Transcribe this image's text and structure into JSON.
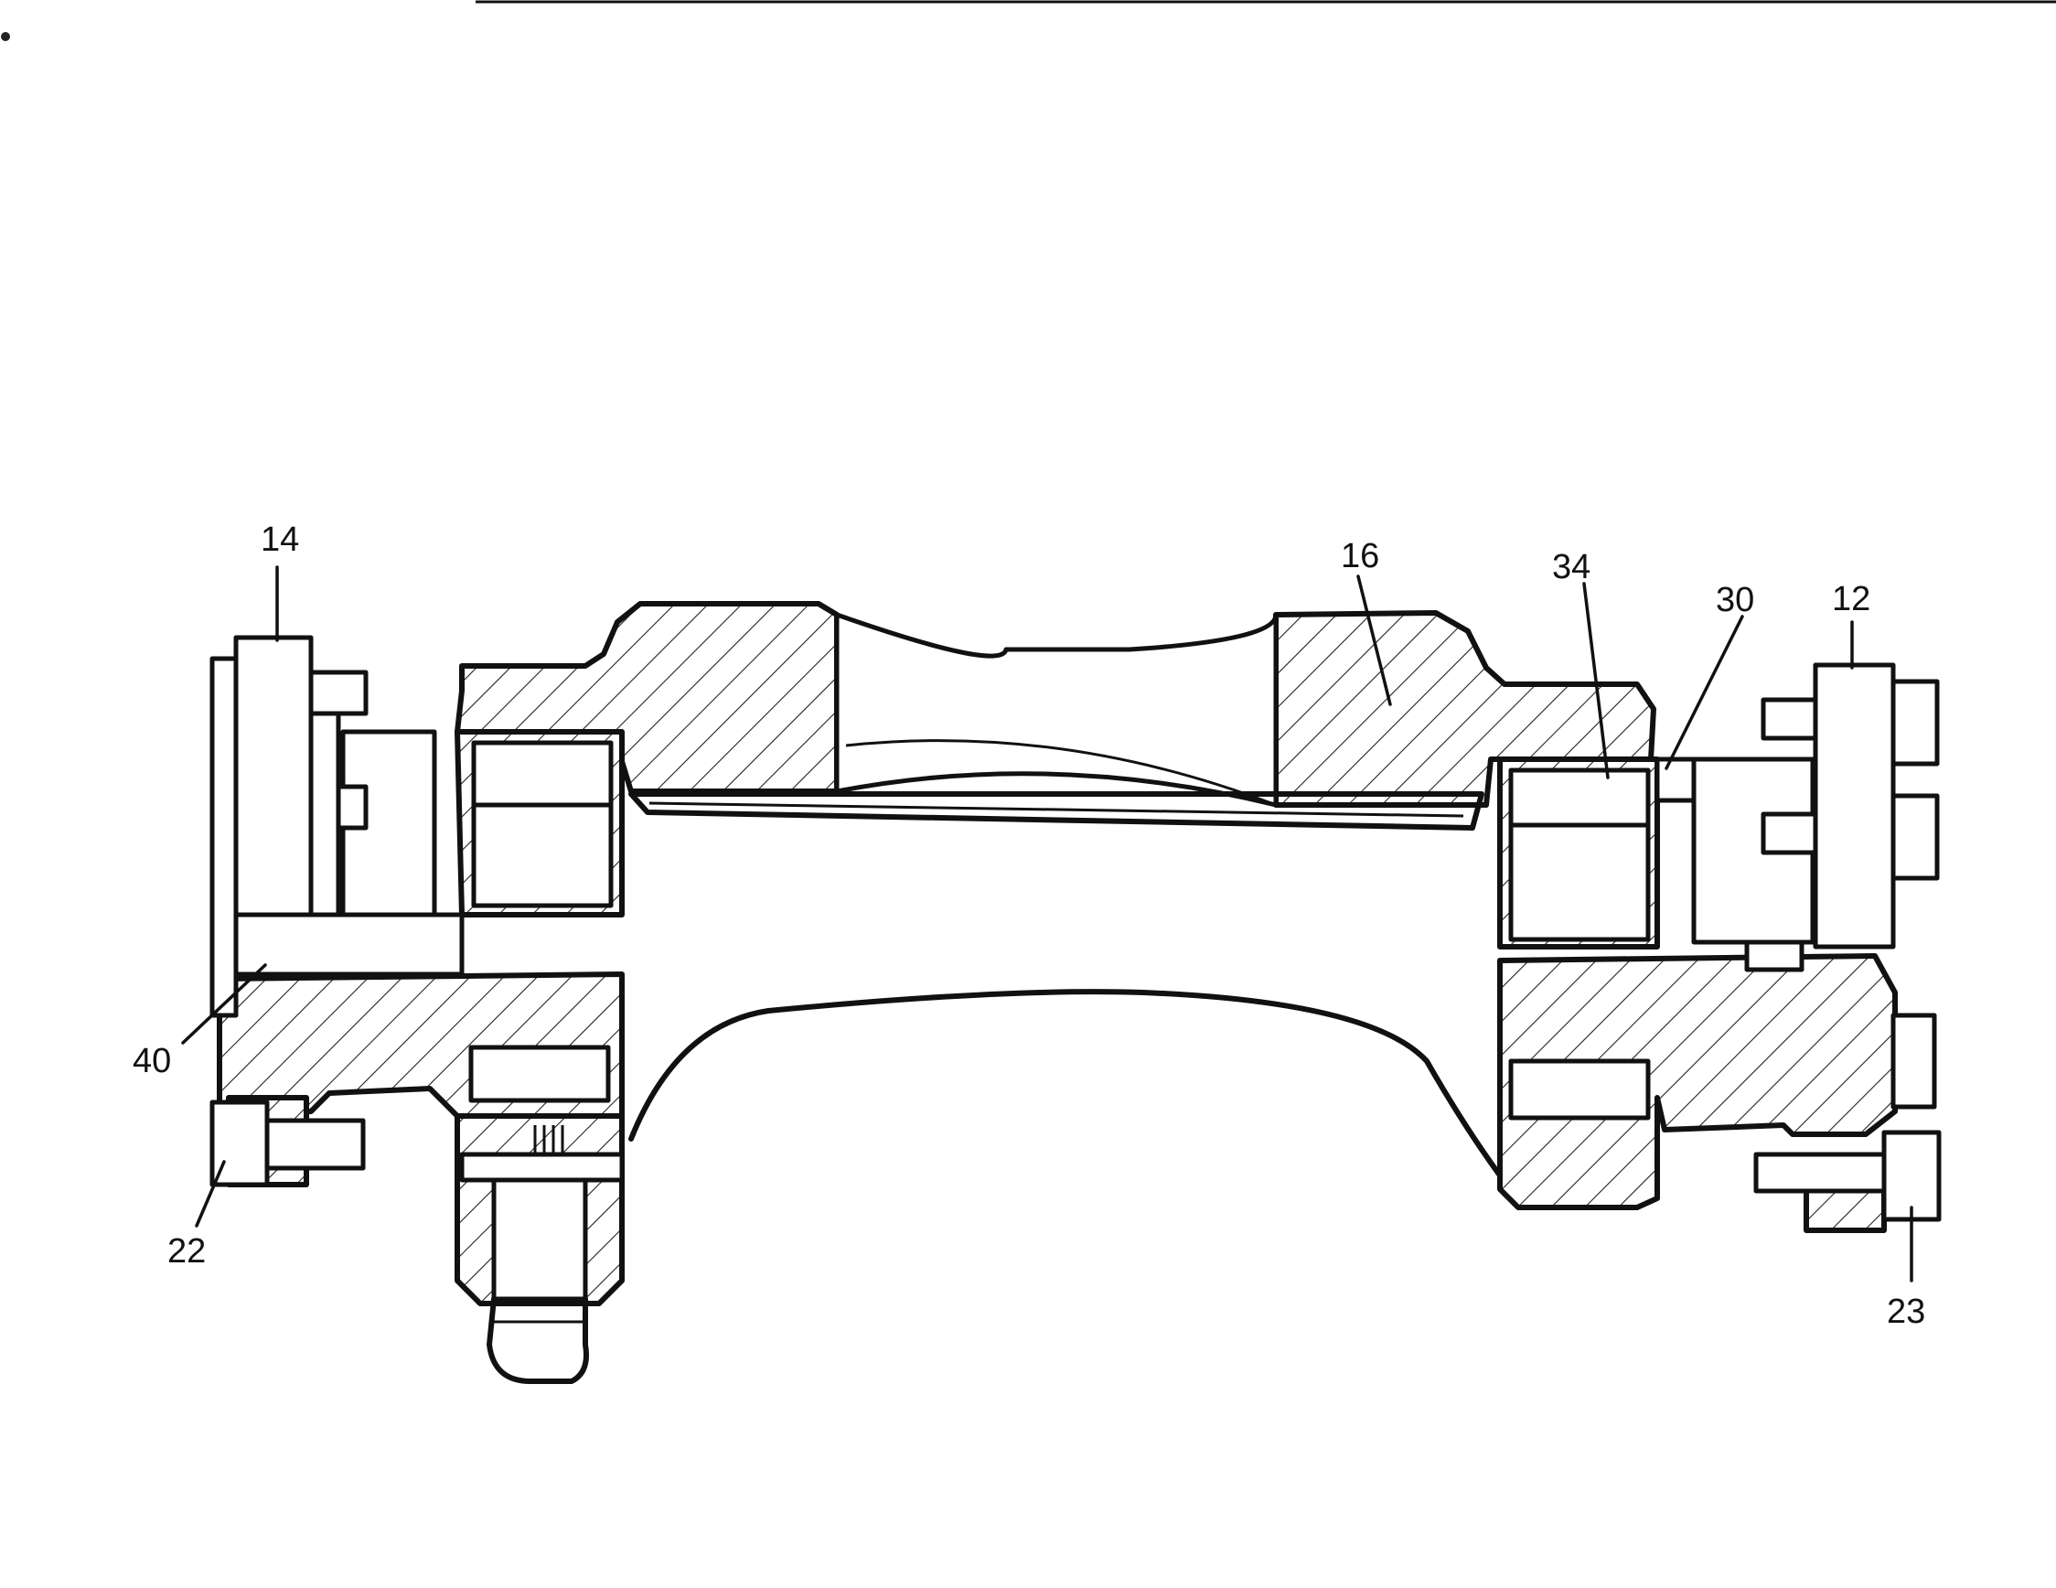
{
  "figure": {
    "labels": [
      {
        "id": "14",
        "text": "14"
      },
      {
        "id": "16",
        "text": "16"
      },
      {
        "id": "34",
        "text": "34"
      },
      {
        "id": "30",
        "text": "30"
      },
      {
        "id": "12",
        "text": "12"
      },
      {
        "id": "40",
        "text": "40"
      },
      {
        "id": "22",
        "text": "22"
      },
      {
        "id": "23",
        "text": "23"
      }
    ]
  }
}
